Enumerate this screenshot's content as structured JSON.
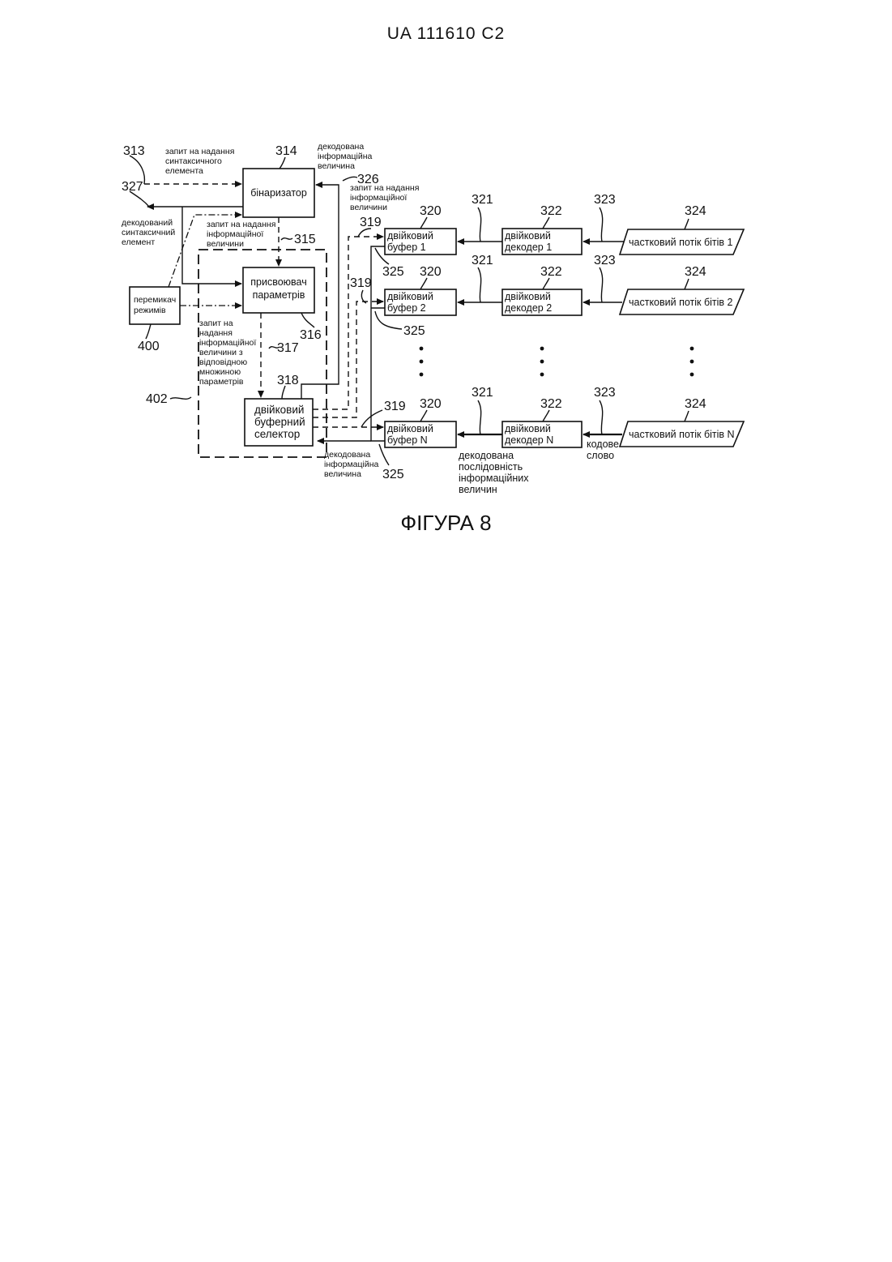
{
  "header": "UA   111610   C2",
  "caption": "ФІГУРА 8",
  "boxes": {
    "binarizer": "бінаризатор",
    "param_assigner_1": "присвоювач",
    "param_assigner_2": "параметрів",
    "mode_switch_1": "перемикач",
    "mode_switch_2": "режимів",
    "selector_1": "двійковий",
    "selector_2": "буферний",
    "selector_3": "селектор",
    "buffer1_1": "двійковий",
    "buffer1_2": "буфер 1",
    "buffer2_1": "двійковий",
    "buffer2_2": "буфер 2",
    "bufferN_1": "двійковий",
    "bufferN_2": "буфер N",
    "decoder1_1": "двійковий",
    "decoder1_2": "декодер 1",
    "decoder2_1": "двійковий",
    "decoder2_2": "декодер 2",
    "decoderN_1": "двійковий",
    "decoderN_2": "декодер N",
    "stream1": "частковий потік бітів 1",
    "stream2": "частковий потік бітів 2",
    "streamN": "частковий потік бітів N"
  },
  "labels": {
    "req_syntax_1": "запит на надання",
    "req_syntax_2": "синтаксичного",
    "req_syntax_3": "елемента",
    "dec_syntax_1": "декодований",
    "dec_syntax_2": "синтаксичний",
    "dec_syntax_3": "елемент",
    "dec_info_top_1": "декодована",
    "dec_info_top_2": "інформаційна",
    "dec_info_top_3": "величина",
    "req_info_326_1": "запит на надання",
    "req_info_326_2": "інформаційної",
    "req_info_326_3": "величини",
    "req_info_mid_1": "запит на надання",
    "req_info_mid_2": "інформаційної",
    "req_info_mid_3": "величини",
    "req_param_1": "запит на",
    "req_param_2": "надання",
    "req_param_3": "інформаційної",
    "req_param_4": "величини з",
    "req_param_5": "відповідною",
    "req_param_6": "множиною",
    "req_param_7": "параметрів",
    "dec_info_bot_1": "декодована",
    "dec_info_bot_2": "інформаційна",
    "dec_info_bot_3": "величина",
    "dec_seq_1": "декодована",
    "dec_seq_2": "послідовність",
    "dec_seq_3": "інформаційних",
    "dec_seq_4": "величин",
    "codeword_1": "кодове",
    "codeword_2": "слово"
  },
  "refs": {
    "r313": "313",
    "r327": "327",
    "r314": "314",
    "r326": "326",
    "r315": "315",
    "r316": "316",
    "r317": "317",
    "r318": "318",
    "r400": "400",
    "r402": "402",
    "r319a": "319",
    "r319b": "319",
    "r319c": "319",
    "r320a": "320",
    "r320b": "320",
    "r320c": "320",
    "r321a": "321",
    "r321b": "321",
    "r321c": "321",
    "r322a": "322",
    "r322b": "322",
    "r322c": "322",
    "r323a": "323",
    "r323b": "323",
    "r323c": "323",
    "r324a": "324",
    "r324b": "324",
    "r324c": "324",
    "r325a": "325",
    "r325b": "325",
    "r325c": "325"
  }
}
